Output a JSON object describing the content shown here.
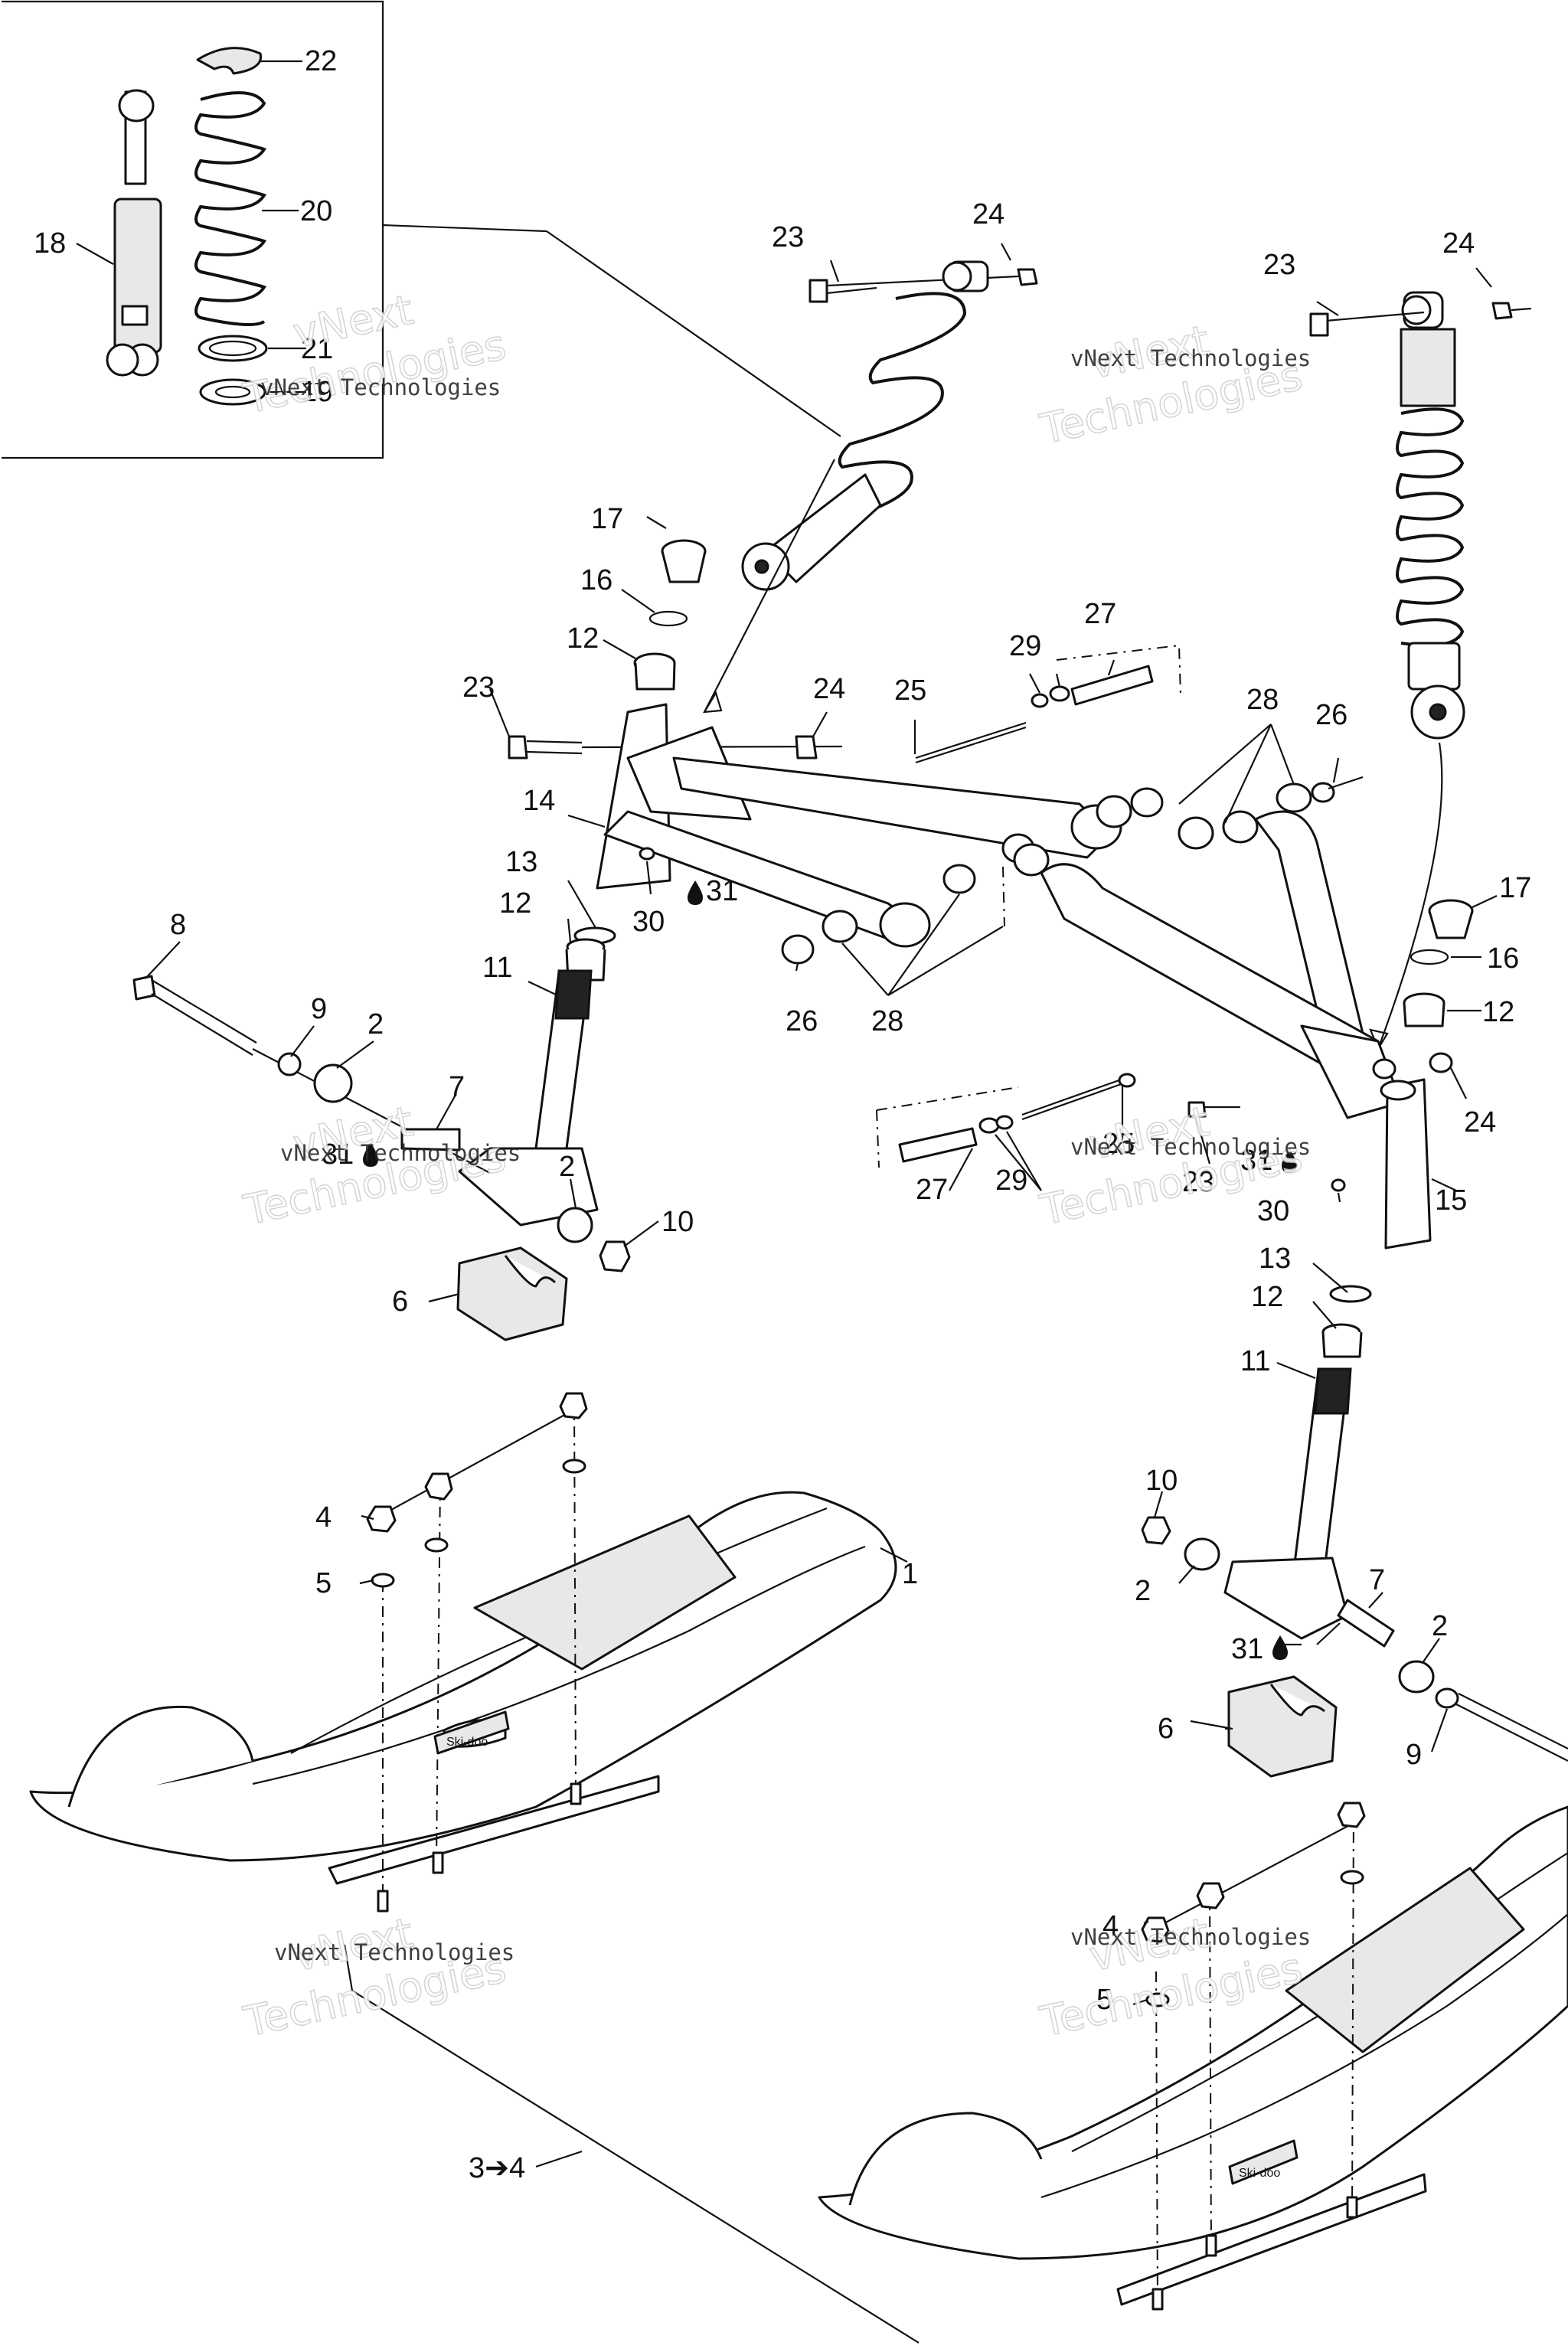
{
  "labels": {
    "l1": "1",
    "l2a": "2",
    "l2b": "2",
    "l2c": "2",
    "l2d": "2",
    "l3to4": "3➔4",
    "l4a": "4",
    "l4b": "4",
    "l5a": "5",
    "l5b": "5",
    "l6a": "6",
    "l6b": "6",
    "l7a": "7",
    "l7b": "7",
    "l8": "8",
    "l9a": "9",
    "l9b": "9",
    "l10a": "10",
    "l10b": "10",
    "l11a": "11",
    "l11b": "11",
    "l12a": "12",
    "l12b": "12",
    "l12c": "12",
    "l12d": "12",
    "l13a": "13",
    "l13b": "13",
    "l14": "14",
    "l15": "15",
    "l16a": "16",
    "l16b": "16",
    "l17a": "17",
    "l17b": "17",
    "l18": "18",
    "l19": "19",
    "l20": "20",
    "l21": "21",
    "l22": "22",
    "l23a": "23",
    "l23b": "23",
    "l23c": "23",
    "l23d": "23",
    "l24a": "24",
    "l24b": "24",
    "l24c": "24",
    "l24d": "24",
    "l25a": "25",
    "l25b": "25",
    "l26a": "26",
    "l26b": "26",
    "l27a": "27",
    "l27b": "27",
    "l28a": "28",
    "l28b": "28",
    "l29a": "29",
    "l29b": "29",
    "l30a": "30",
    "l30b": "30",
    "l31a": "31",
    "l31b": "31",
    "l31c": "31",
    "l31d": "31"
  },
  "watermark": {
    "line1": "vNext Technologies",
    "line2a": "vNext",
    "line2b": "Technologies"
  },
  "ski_brand": "Ski-doo"
}
